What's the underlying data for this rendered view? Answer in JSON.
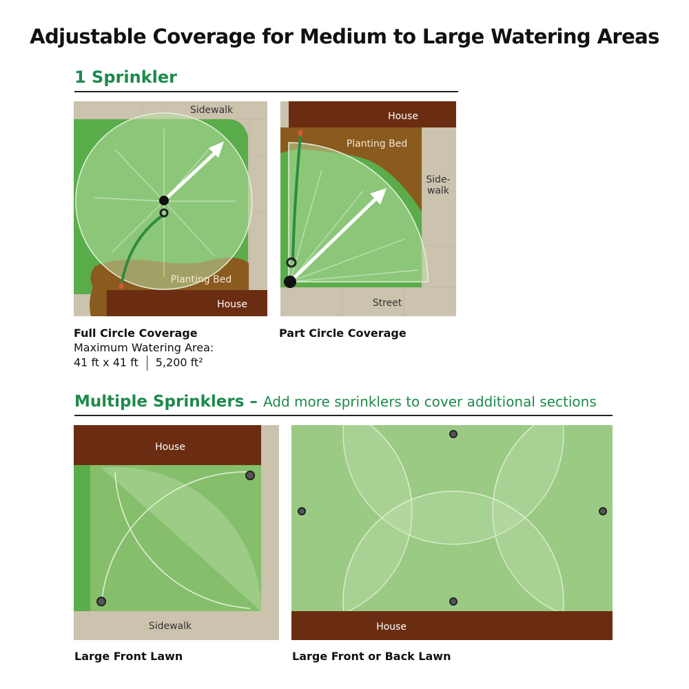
{
  "title": "Adjustable Coverage for Medium to Large Watering Areas",
  "section1": {
    "heading": "1 Sprinkler",
    "full_circle": {
      "labels": {
        "sidewalk": "Sidewalk",
        "planting_bed": "Planting Bed",
        "house": "House"
      },
      "caption_title": "Full Circle Coverage",
      "caption_line1": "Maximum Watering Area:",
      "caption_dims": "41 ft x 41 ft",
      "caption_area": "5,200 ft²"
    },
    "part_circle": {
      "labels": {
        "house": "House",
        "planting_bed": "Planting Bed",
        "side": "Side-",
        "walk": "walk",
        "street": "Street"
      },
      "caption_title": "Part Circle Coverage"
    }
  },
  "section2": {
    "heading": "Multiple Sprinklers –",
    "subheading": "Add more sprinklers to cover additional sections",
    "front_lawn": {
      "labels": {
        "house": "House",
        "sidewalk": "Sidewalk"
      },
      "caption": "Large Front Lawn"
    },
    "back_lawn": {
      "labels": {
        "house": "House"
      },
      "caption": "Large Front or Back Lawn"
    }
  },
  "colors": {
    "grass": "#86bf6c",
    "grass_dark": "#5aad4a",
    "house": "#6b2d12",
    "bed": "#8a5a1e",
    "sidewalk": "#cbc3ad",
    "accent_green": "#1d8a4a"
  }
}
